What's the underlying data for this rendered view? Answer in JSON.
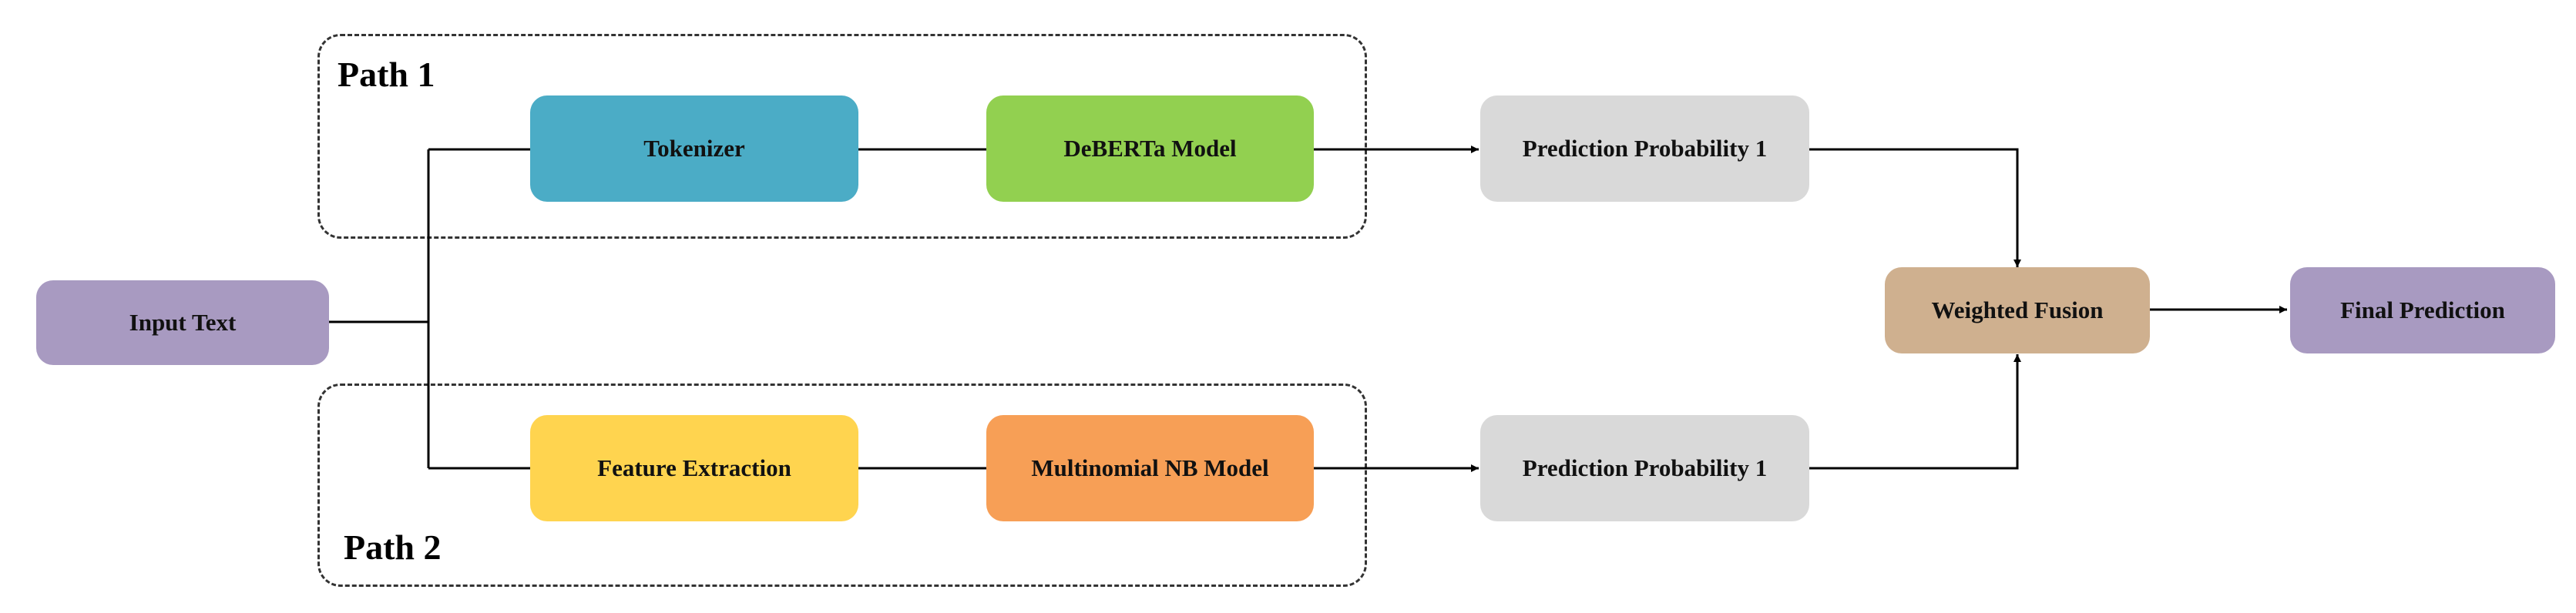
{
  "groups": {
    "path1": {
      "label": "Path 1"
    },
    "path2": {
      "label": "Path 2"
    }
  },
  "nodes": {
    "input_text": {
      "label": "Input Text",
      "color": "#a89ac1"
    },
    "tokenizer": {
      "label": "Tokenizer",
      "color": "#4bacc6"
    },
    "deberta": {
      "label": "DeBERTa Model",
      "color": "#92d050"
    },
    "prob_top": {
      "label": "Prediction Probability 1",
      "color": "#d9d9d9"
    },
    "feature_extraction": {
      "label": "Feature Extraction",
      "color": "#ffd44f"
    },
    "multinomial_nb": {
      "label": "Multinomial NB Model",
      "color": "#f79f56"
    },
    "prob_bottom": {
      "label": "Prediction Probability 1",
      "color": "#d9d9d9"
    },
    "weighted_fusion": {
      "label": "Weighted Fusion",
      "color": "#cfb08f"
    },
    "final_prediction": {
      "label": "Final Prediction",
      "color": "#a89ac1"
    }
  },
  "line_color": "#000000"
}
